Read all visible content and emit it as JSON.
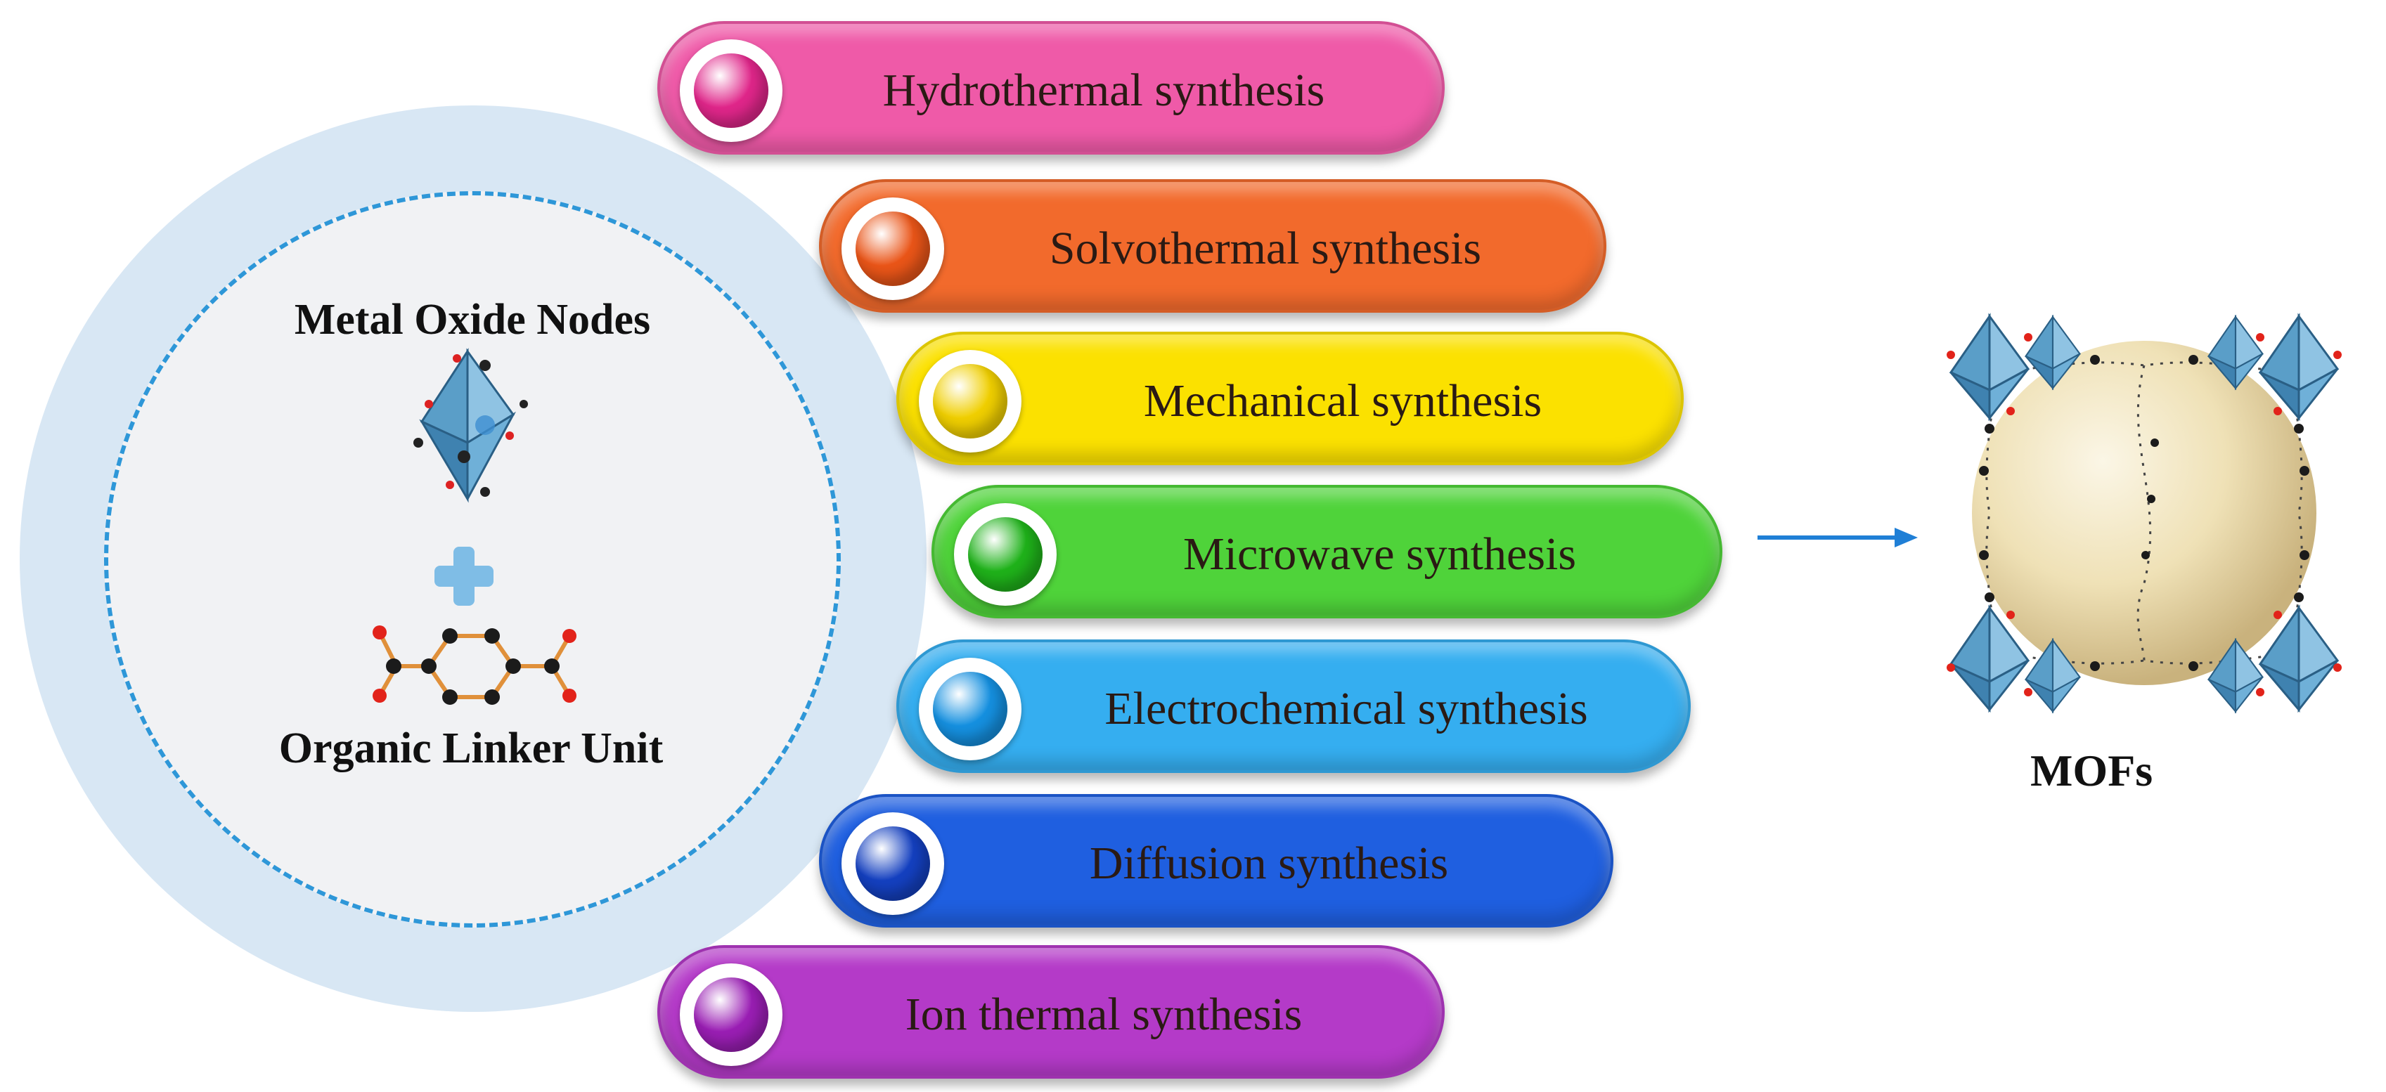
{
  "components": {
    "node_label": "Metal Oxide Nodes",
    "linker_label": "Organic Linker Unit"
  },
  "methods": [
    {
      "label": "Hydrothermal synthesis",
      "color": "#ef5aa8",
      "ball": "#e0268a"
    },
    {
      "label": "Solvothermal synthesis",
      "color": "#f26a2c",
      "ball": "#ea5518"
    },
    {
      "label": "Mechanical synthesis",
      "color": "#fbe100",
      "ball": "#f0cf00"
    },
    {
      "label": "Microwave synthesis",
      "color": "#4fd33a",
      "ball": "#1fb21a"
    },
    {
      "label": "Electrochemical synthesis",
      "color": "#35aef0",
      "ball": "#1590e0"
    },
    {
      "label": "Diffusion synthesis",
      "color": "#1f5fe0",
      "ball": "#1440c0"
    },
    {
      "label": "Ion thermal synthesis",
      "color": "#b43ac8",
      "ball": "#9a1eb4"
    }
  ],
  "product": {
    "label": "MOFs"
  },
  "colors": {
    "ring": "#d8e7f4",
    "dash": "#2e97d8",
    "arrow": "#1f7fd6",
    "plus": "#7fbde6"
  }
}
